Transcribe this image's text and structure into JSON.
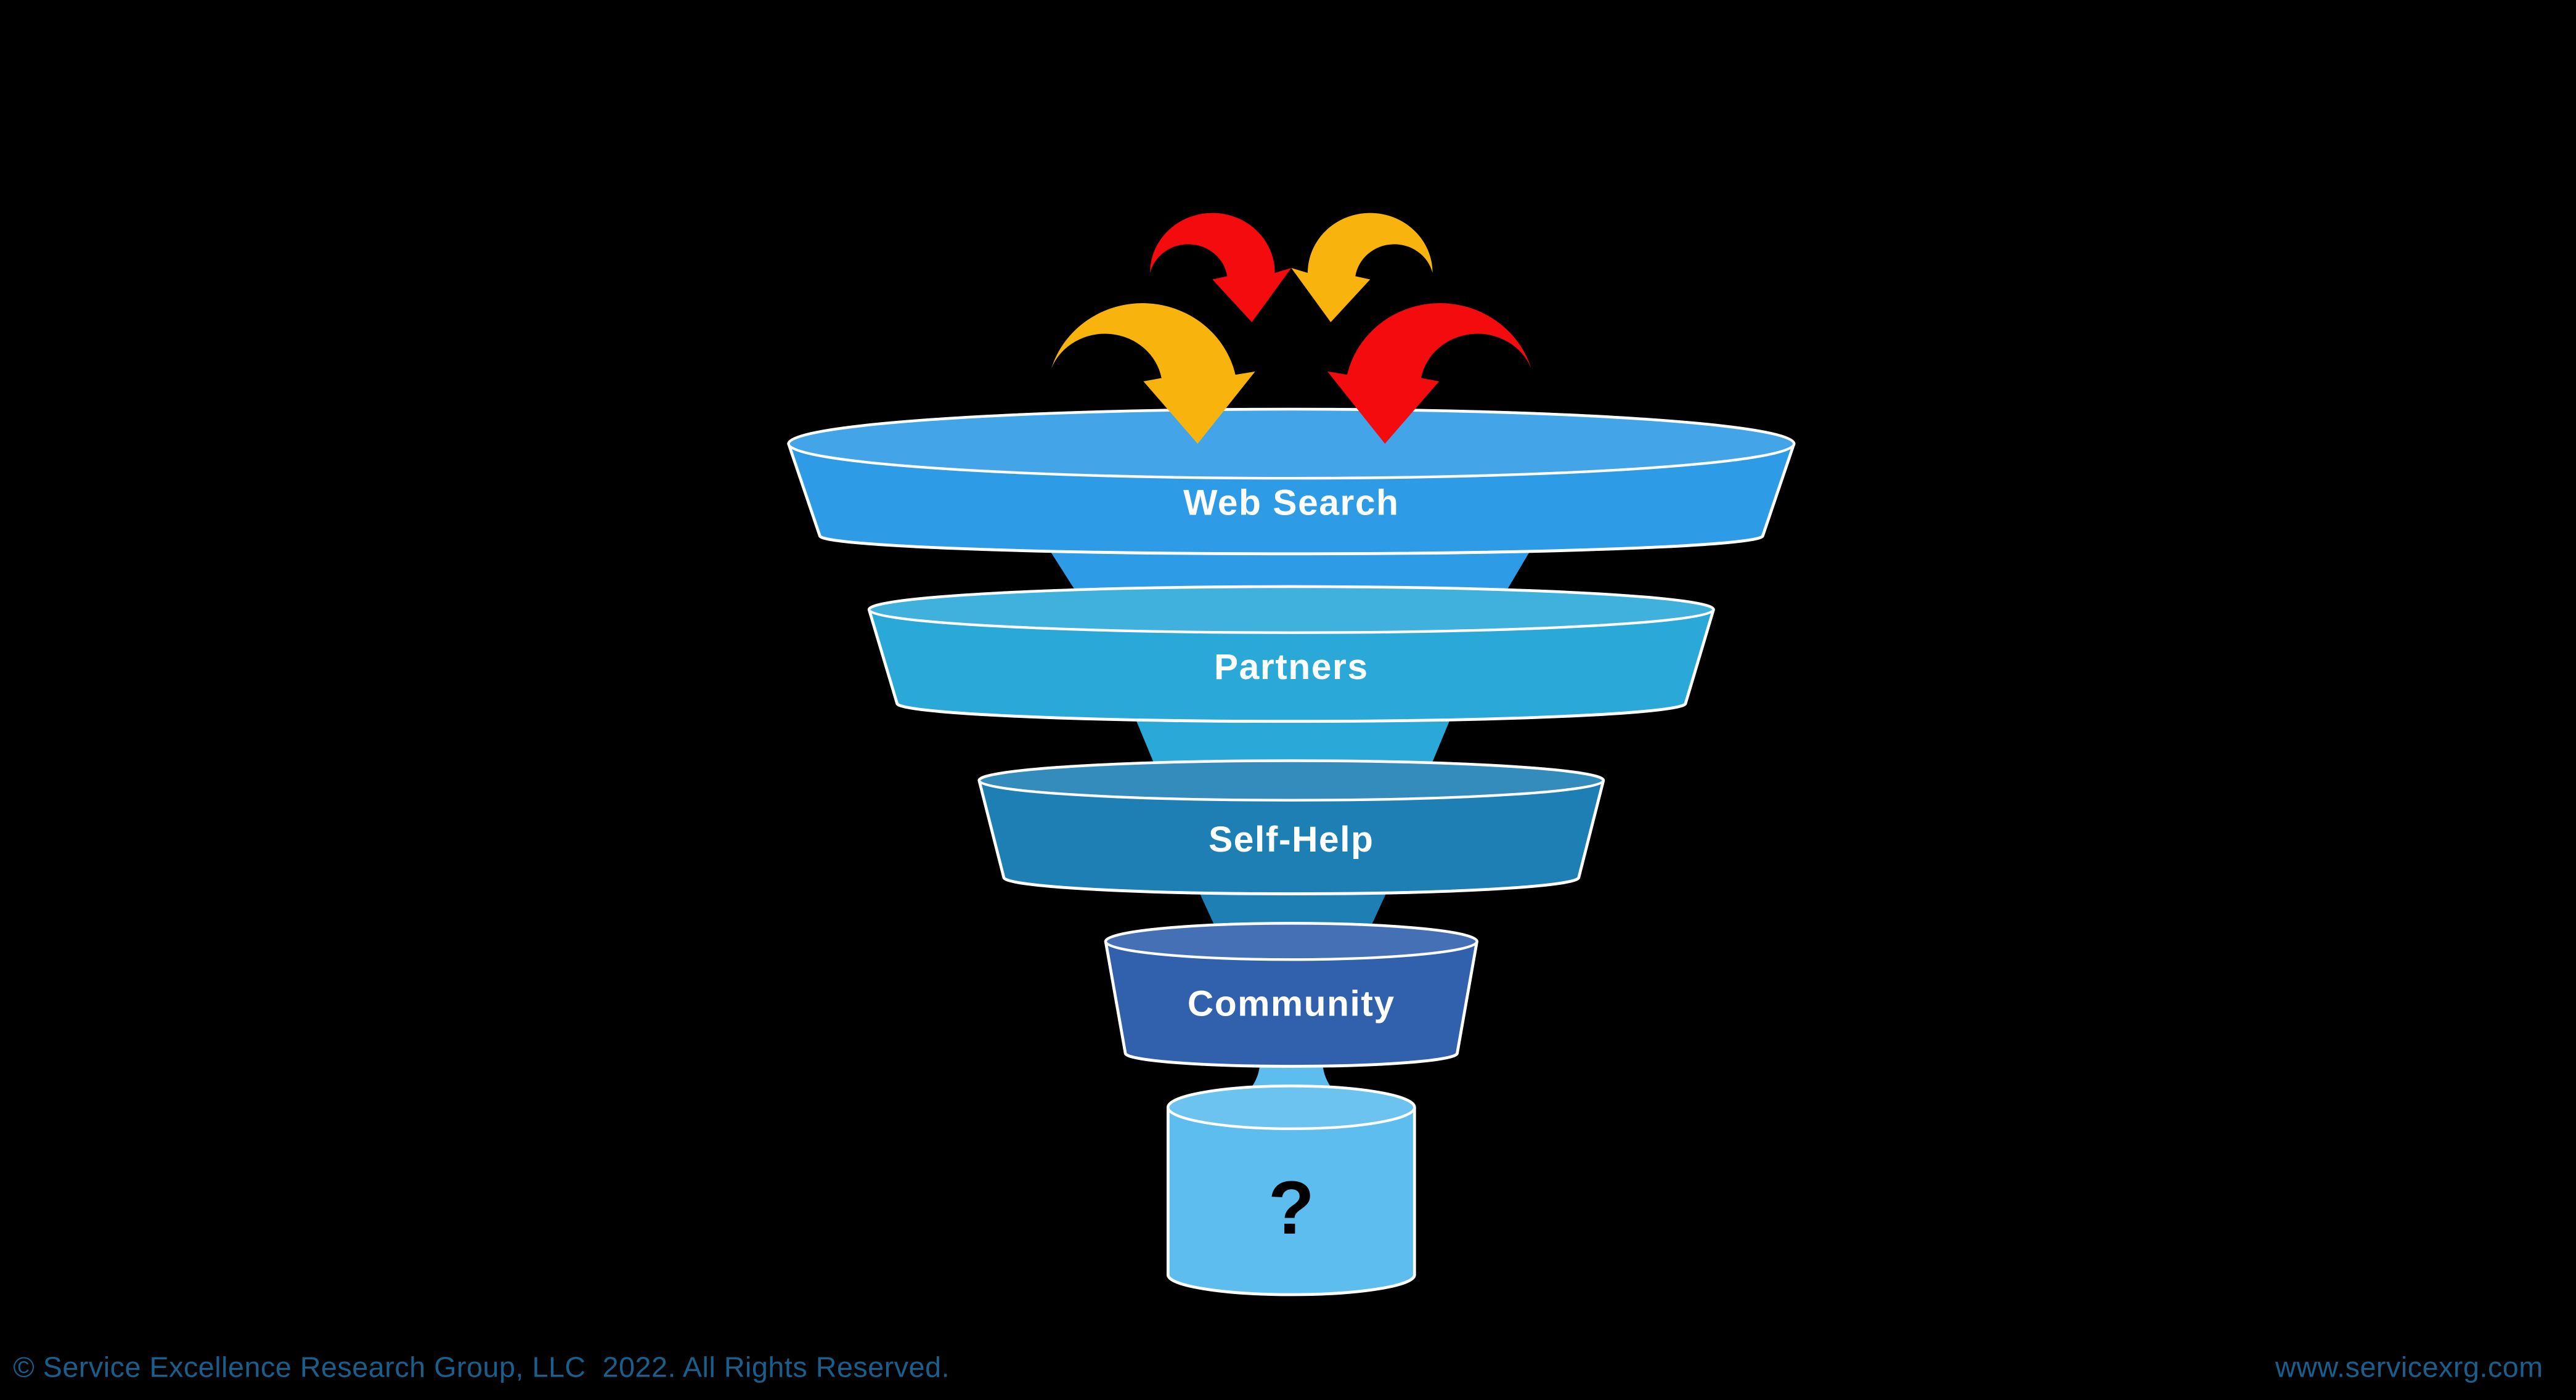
{
  "background_color": "#000000",
  "funnel": {
    "levels": [
      {
        "label": "Web Search",
        "color": "#2E9BE6",
        "text_color": "#FFFFFF"
      },
      {
        "label": "Partners",
        "color": "#2AA9D8",
        "text_color": "#FFFFFF"
      },
      {
        "label": "Self-Help",
        "color": "#1E7FB5",
        "text_color": "#FFFFFF"
      },
      {
        "label": "Community",
        "color": "#3160AD",
        "text_color": "#FFFFFF"
      },
      {
        "label": "?",
        "color": "#5DBDEF",
        "text_color": "#000000"
      }
    ]
  },
  "arrows": {
    "red": "#F40B0E",
    "yellow": "#F8B30D"
  },
  "footer": {
    "copyright": "© Service Excellence Research Group, LLC  2022. All Rights Reserved.",
    "website": "www.servicexrg.com",
    "text_color": "#1A5E8C"
  }
}
